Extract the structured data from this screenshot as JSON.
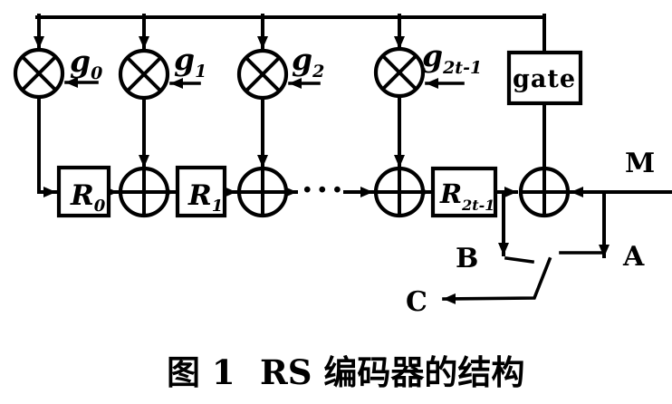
{
  "figure": {
    "multipliers": [
      {
        "base": "g",
        "sub": "0"
      },
      {
        "base": "g",
        "sub": "1"
      },
      {
        "base": "g",
        "sub": "2"
      },
      {
        "base": "g",
        "sub": "2t-1"
      }
    ],
    "registers": [
      {
        "base": "R",
        "sub": "0"
      },
      {
        "base": "R",
        "sub": "1"
      },
      {
        "base": "R",
        "sub": "2t-1"
      }
    ],
    "gate_label": "gate",
    "ellipsis": "···",
    "ports": {
      "message_input": "M",
      "contact_a": "A",
      "contact_b": "B",
      "output": "C"
    }
  },
  "caption": {
    "figure_number": "图 1",
    "title": "RS 编码器的结构"
  },
  "colors": {
    "ink": "#000000",
    "background": "#ffffff"
  }
}
